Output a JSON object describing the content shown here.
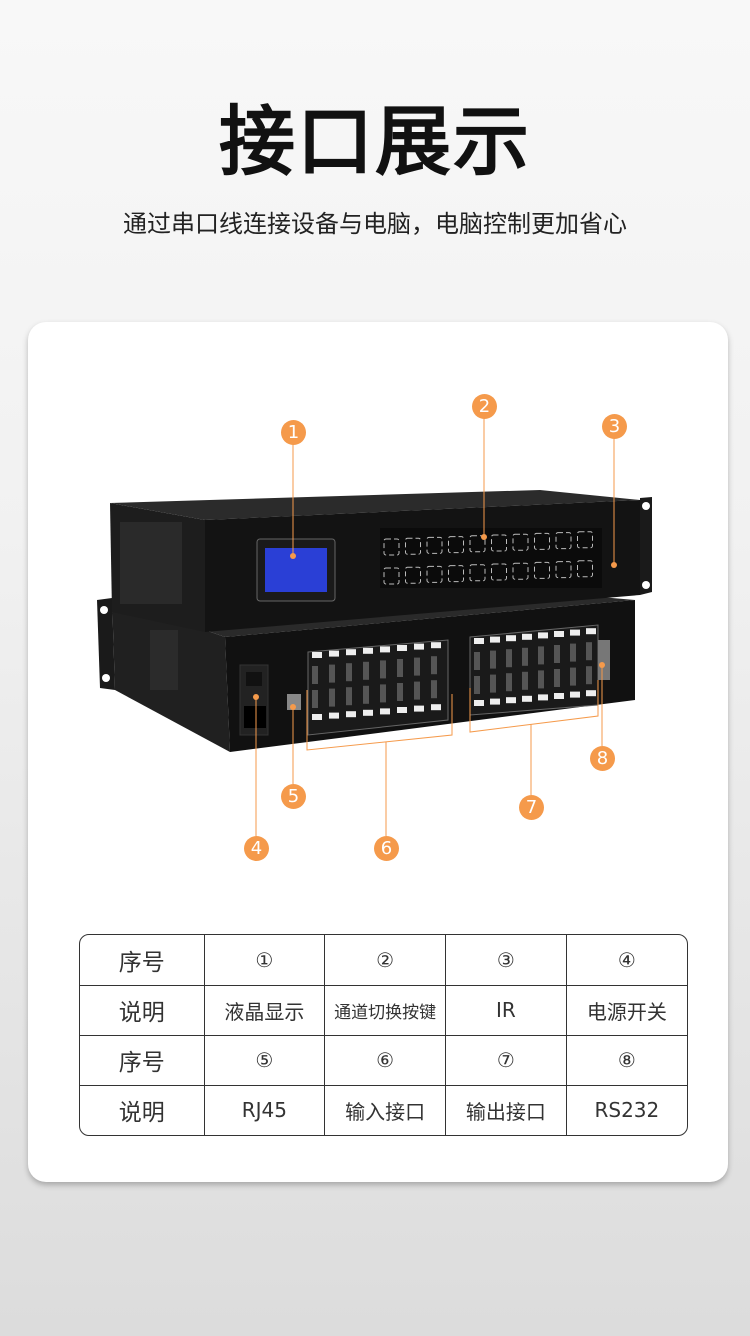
{
  "title": "接口展示",
  "subtitle": "通过串口线连接设备与电脑，电脑控制更加省心",
  "callouts": [
    "1",
    "2",
    "3",
    "4",
    "5",
    "6",
    "7",
    "8"
  ],
  "table": {
    "rows": [
      {
        "header": "序号",
        "cells": [
          "①",
          "②",
          "③",
          "④"
        ]
      },
      {
        "header": "说明",
        "cells": [
          "液晶显示",
          "通道切换按键",
          "IR",
          "电源开关"
        ]
      },
      {
        "header": "序号",
        "cells": [
          "⑤",
          "⑥",
          "⑦",
          "⑧"
        ]
      },
      {
        "header": "说明",
        "cells": [
          "RJ45",
          "输入接口",
          "输出接口",
          "RS232"
        ]
      }
    ]
  },
  "colors": {
    "accent": "#f59a4b",
    "lcd": "#2a3fd6",
    "device": "#141414"
  }
}
